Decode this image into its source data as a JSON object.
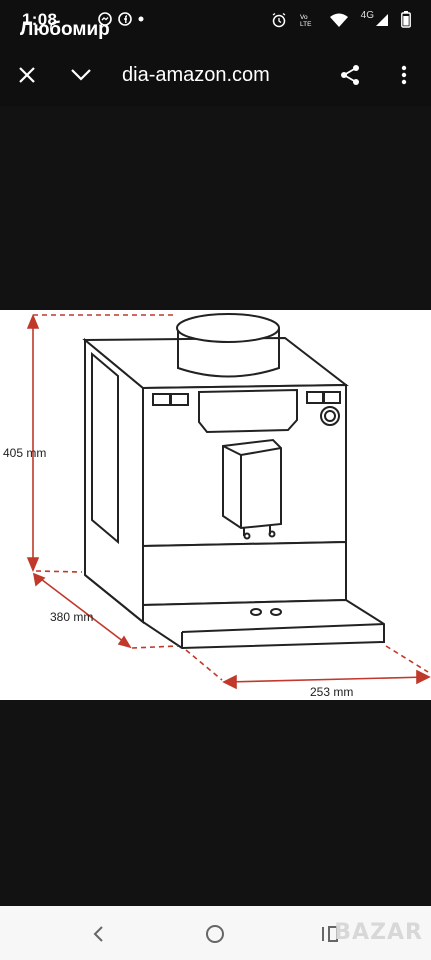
{
  "status_bar": {
    "time": "1:08",
    "contact_name": "Любомир",
    "network_label": "4G",
    "volte_label": "Vo LTE"
  },
  "toolbar": {
    "url": "dia-amazon.com"
  },
  "image": {
    "dimensions": {
      "height": "405 mm",
      "depth": "380 mm",
      "width": "253 mm"
    }
  },
  "watermark": "BAZAR",
  "colors": {
    "background": "#121212",
    "dimension_line": "#c0392b",
    "nav_bar": "#f7f7f7"
  }
}
